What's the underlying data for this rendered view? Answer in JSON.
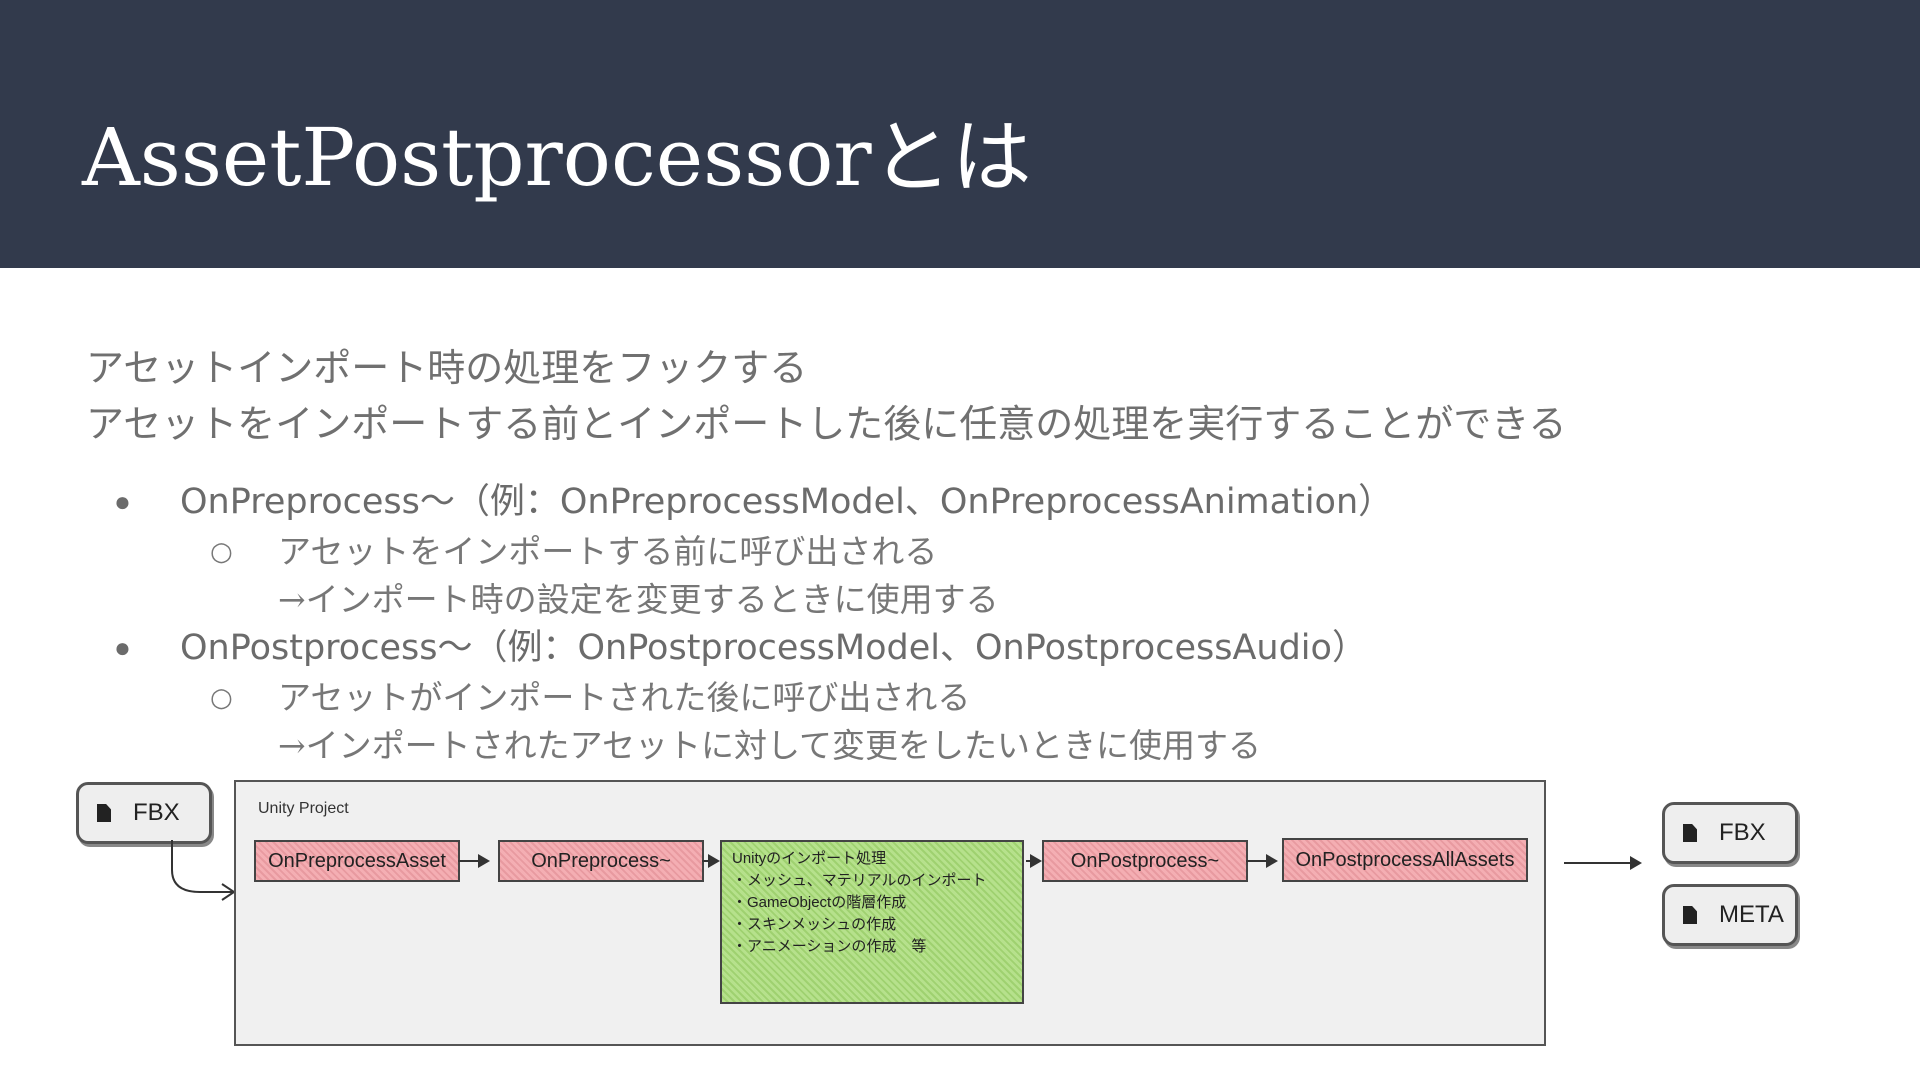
{
  "title": "AssetPostprocessorとは",
  "intro": {
    "line1": "アセットインポート時の処理をフックする",
    "line2": "アセットをインポートする前とインポートした後に任意の処理を実行することができる"
  },
  "bullets": [
    {
      "text": "OnPreprocess～（例：OnPreprocessModel、OnPreprocessAnimation）",
      "sub_line1": "アセットをインポートする前に呼び出される",
      "sub_line2": "→インポート時の設定を変更するときに使用する"
    },
    {
      "text": "OnPostprocess～（例：OnPostprocessModel、OnPostprocessAudio）",
      "sub_line1": "アセットがインポートされた後に呼び出される",
      "sub_line2": "→インポートされたアセットに対して変更をしたいときに使用する"
    }
  ],
  "bullet_symbol": "●",
  "sub_bullet_symbol": "○",
  "diagram": {
    "input_file": "FBX",
    "project_label": "Unity Project",
    "stages": [
      "OnPreprocessAsset",
      "OnPreprocess~",
      "OnPostprocess~",
      "OnPostprocessAllAssets"
    ],
    "import_process": {
      "title": "Unityのインポート処理",
      "items": [
        "・メッシュ、マテリアルのインポート",
        "・GameObjectの階層作成",
        "・スキンメッシュの作成",
        "・アニメーションの作成　等"
      ]
    },
    "outputs": [
      "FBX",
      "META"
    ]
  }
}
